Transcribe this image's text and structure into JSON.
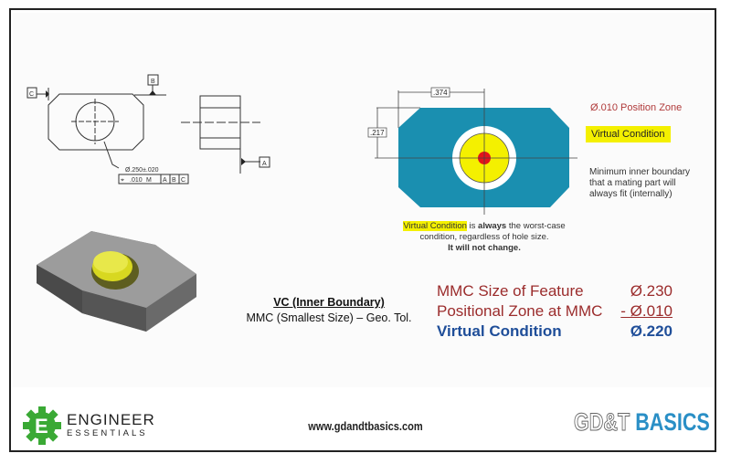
{
  "left_drawing": {
    "datum_c": "C",
    "datum_b": "B",
    "datum_a": "A",
    "hole_size": "Ø.250±.020",
    "fcf": {
      "symbol": "position-icon",
      "tolerance": ".010",
      "modifier": "M",
      "datums": [
        "A",
        "B",
        "C"
      ]
    }
  },
  "right_drawing": {
    "dim_horizontal": ".374",
    "dim_vertical": ".217",
    "colors": {
      "part": "#1a8fb0",
      "vc": "#f4f000",
      "zone": "#e3141b"
    }
  },
  "legend": {
    "position_zone": "Ø.010 Position Zone",
    "virtual_condition": "Virtual Condition",
    "description": "Minimum inner boundary that a mating part will always fit (internally)"
  },
  "caption": {
    "highlight": "Virtual Condition",
    "part1": " is ",
    "bold": "always",
    "part2": " the worst-case condition, regardless of hole size.",
    "line3": "It will not change."
  },
  "vc_label": {
    "title": "VC (Inner Boundary)",
    "formula": "MMC (Smallest Size) – Geo. Tol."
  },
  "calculation": [
    {
      "label": "MMC Size of Feature",
      "value": "Ø.230",
      "color": "#9b2c2c"
    },
    {
      "label": "Positional Zone at MMC",
      "value": "- Ø.010",
      "color": "#9b2c2c"
    },
    {
      "label": "Virtual Condition",
      "value": "Ø.220",
      "color": "#1f4e99"
    }
  ],
  "footer": {
    "brand_line1": "ENGINEER",
    "brand_line2": "ESSENTIALS",
    "url": "www.gdandtbasics.com",
    "logo_outline": "GD&T",
    "logo_fill": "BASICS"
  }
}
